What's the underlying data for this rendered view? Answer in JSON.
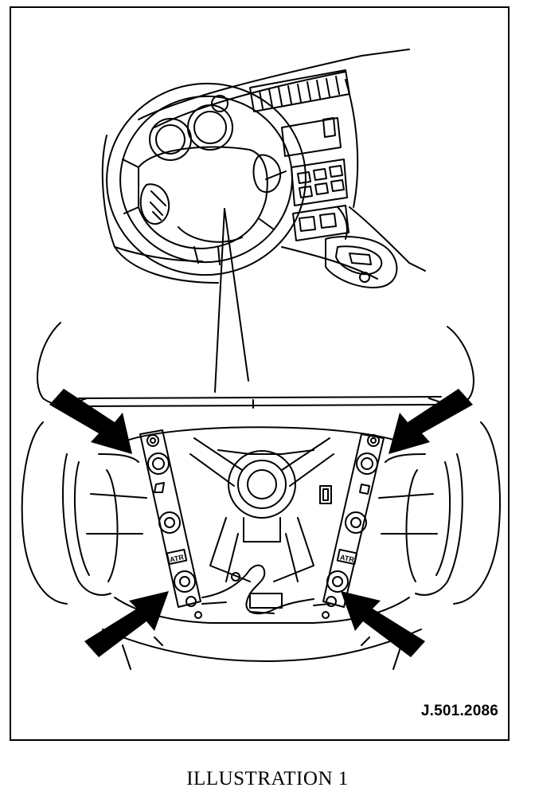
{
  "figure": {
    "reference_code": "J.501.2086",
    "caption": "ILLUSTRATION 1",
    "label_text": "ATR"
  },
  "colors": {
    "line": "#000000",
    "background": "#ffffff"
  },
  "callouts": {
    "count": 4,
    "targets": [
      "upper-left-fixing",
      "upper-right-fixing",
      "lower-left-fixing",
      "lower-right-fixing"
    ]
  }
}
